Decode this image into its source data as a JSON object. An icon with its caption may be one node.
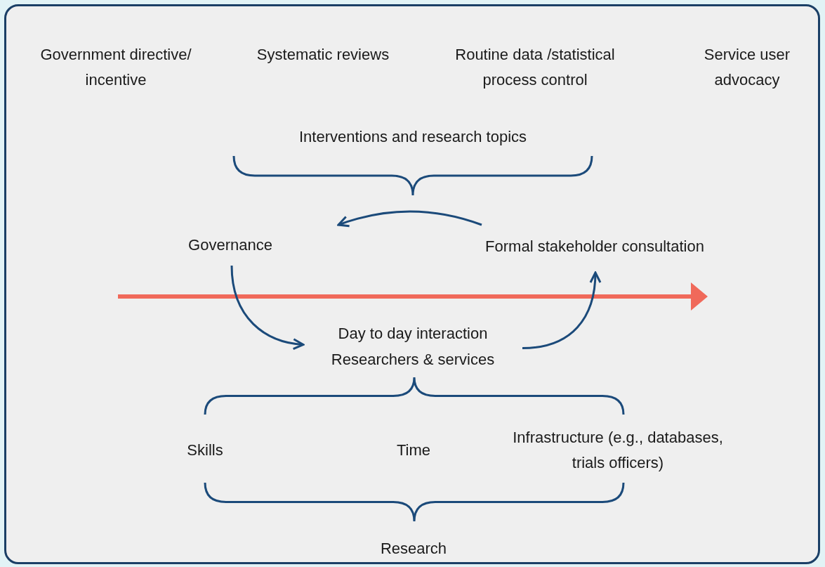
{
  "diagram": {
    "nodes": [
      {
        "text": [
          "Governance"
        ]
      },
      {
        "text": [
          "Formal stakeholder consultation"
        ]
      },
      {
        "text": [
          "Day to day interaction",
          "Researchers & services"
        ]
      }
    ],
    "edges": [
      {
        "from": 1,
        "to": 0,
        "arrow": "to"
      },
      {
        "from": 0,
        "to": 2,
        "arrow": "to"
      },
      {
        "from": 2,
        "to": 1,
        "arrow": "to"
      }
    ],
    "labels": [
      "Government directive/ incentive",
      "Systematic reviews",
      "Routine data /statistical process control",
      "Service user advocacy",
      "Interventions and research topics",
      "Skills",
      "Time",
      "Infrastructure (e.g., databases, trials officers)",
      "Research"
    ]
  }
}
